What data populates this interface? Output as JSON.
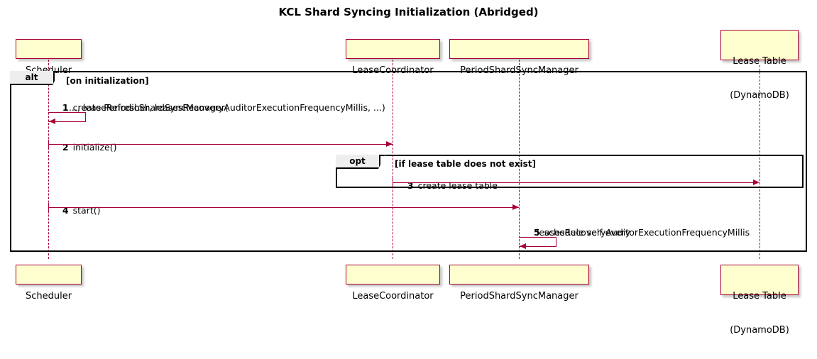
{
  "title": "KCL Shard Syncing Initialization (Abridged)",
  "colors": {
    "participant_fill": "#FEFECE",
    "participant_border": "#A80036",
    "arrow": "#A80036",
    "fragment_border": "#000000",
    "fragment_tab_fill": "#EEEEEE",
    "background": "#FFFFFF"
  },
  "participants": [
    {
      "id": "scheduler",
      "lines": [
        "Scheduler"
      ]
    },
    {
      "id": "lease-coordinator",
      "lines": [
        "LeaseCoordinator"
      ]
    },
    {
      "id": "period-shard-sync-manager",
      "lines": [
        "PeriodShardSyncManager"
      ]
    },
    {
      "id": "lease-table",
      "lines": [
        "Lease Table",
        "(DynamoDB)"
      ]
    }
  ],
  "fragments": [
    {
      "id": "alt",
      "operator": "alt",
      "guard": "[on initialization]"
    },
    {
      "id": "opt",
      "operator": "opt",
      "guard": "[if lease table does not exist]"
    }
  ],
  "messages": [
    {
      "number": "1",
      "lines": [
        "create PeriodicShardSyncManager(",
        "   ..., leaseRefresher, leasesRecoveryAuditorExecutionFrequencyMillis, ...)"
      ],
      "from": "scheduler",
      "to": "scheduler",
      "kind": "self"
    },
    {
      "number": "2",
      "lines": [
        "initialize()"
      ],
      "from": "scheduler",
      "to": "lease-coordinator",
      "kind": "call"
    },
    {
      "number": "3",
      "lines": [
        "create lease table"
      ],
      "from": "lease-coordinator",
      "to": "lease-table",
      "kind": "call"
    },
    {
      "number": "4",
      "lines": [
        "start()"
      ],
      "from": "scheduler",
      "to": "period-shard-sync-manager",
      "kind": "call"
    },
    {
      "number": "5",
      "lines": [
        "schedule self every",
        "  leasesRecoveryAuditorExecutionFrequencyMillis"
      ],
      "from": "period-shard-sync-manager",
      "to": "period-shard-sync-manager",
      "kind": "self"
    }
  ]
}
